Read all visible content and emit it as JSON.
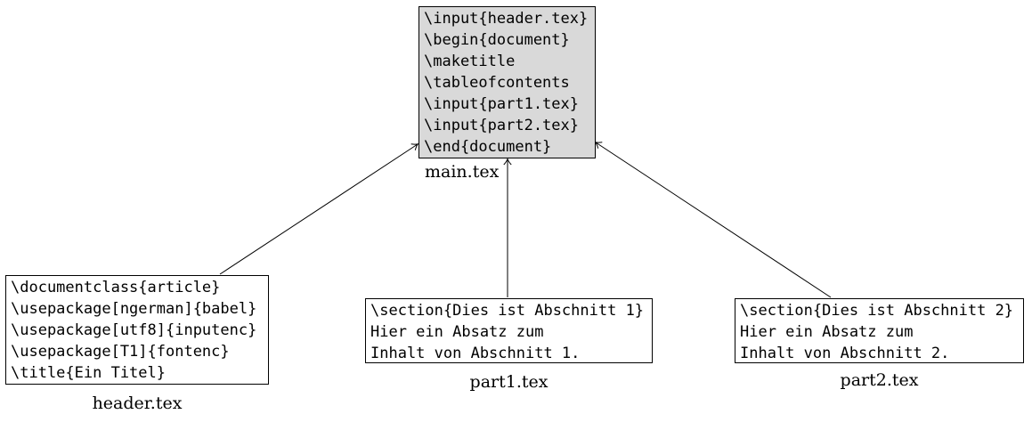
{
  "diagram": {
    "description": "LaTeX document split into multiple files included by main.tex",
    "colors": {
      "main_box_fill": "#d9d9d9",
      "box_border": "#000000",
      "line_color": "#000000",
      "text_color": "#000000",
      "background": "#ffffff"
    },
    "nodes": [
      {
        "id": "main",
        "label": "main.tex",
        "lines": [
          "\\input{header.tex}",
          "\\begin{document}",
          "\\maketitle",
          "\\tableofcontents",
          "\\input{part1.tex}",
          "\\input{part2.tex}",
          "\\end{document}"
        ]
      },
      {
        "id": "header",
        "label": "header.tex",
        "lines": [
          "\\documentclass{article}",
          "\\usepackage[ngerman]{babel}",
          "\\usepackage[utf8]{inputenc}",
          "\\usepackage[T1]{fontenc}",
          "\\title{Ein Titel}"
        ]
      },
      {
        "id": "part1",
        "label": "part1.tex",
        "lines": [
          "\\section{Dies ist Abschnitt 1}",
          "Hier ein Absatz zum",
          "Inhalt von Abschnitt 1."
        ]
      },
      {
        "id": "part2",
        "label": "part2.tex",
        "lines": [
          "\\section{Dies ist Abschnitt 2}",
          "Hier ein Absatz zum",
          "Inhalt von Abschnitt 2."
        ]
      }
    ],
    "edges": [
      {
        "from": "header.tex",
        "to": "main.tex"
      },
      {
        "from": "part1.tex",
        "to": "main.tex"
      },
      {
        "from": "part2.tex",
        "to": "main.tex"
      }
    ]
  }
}
